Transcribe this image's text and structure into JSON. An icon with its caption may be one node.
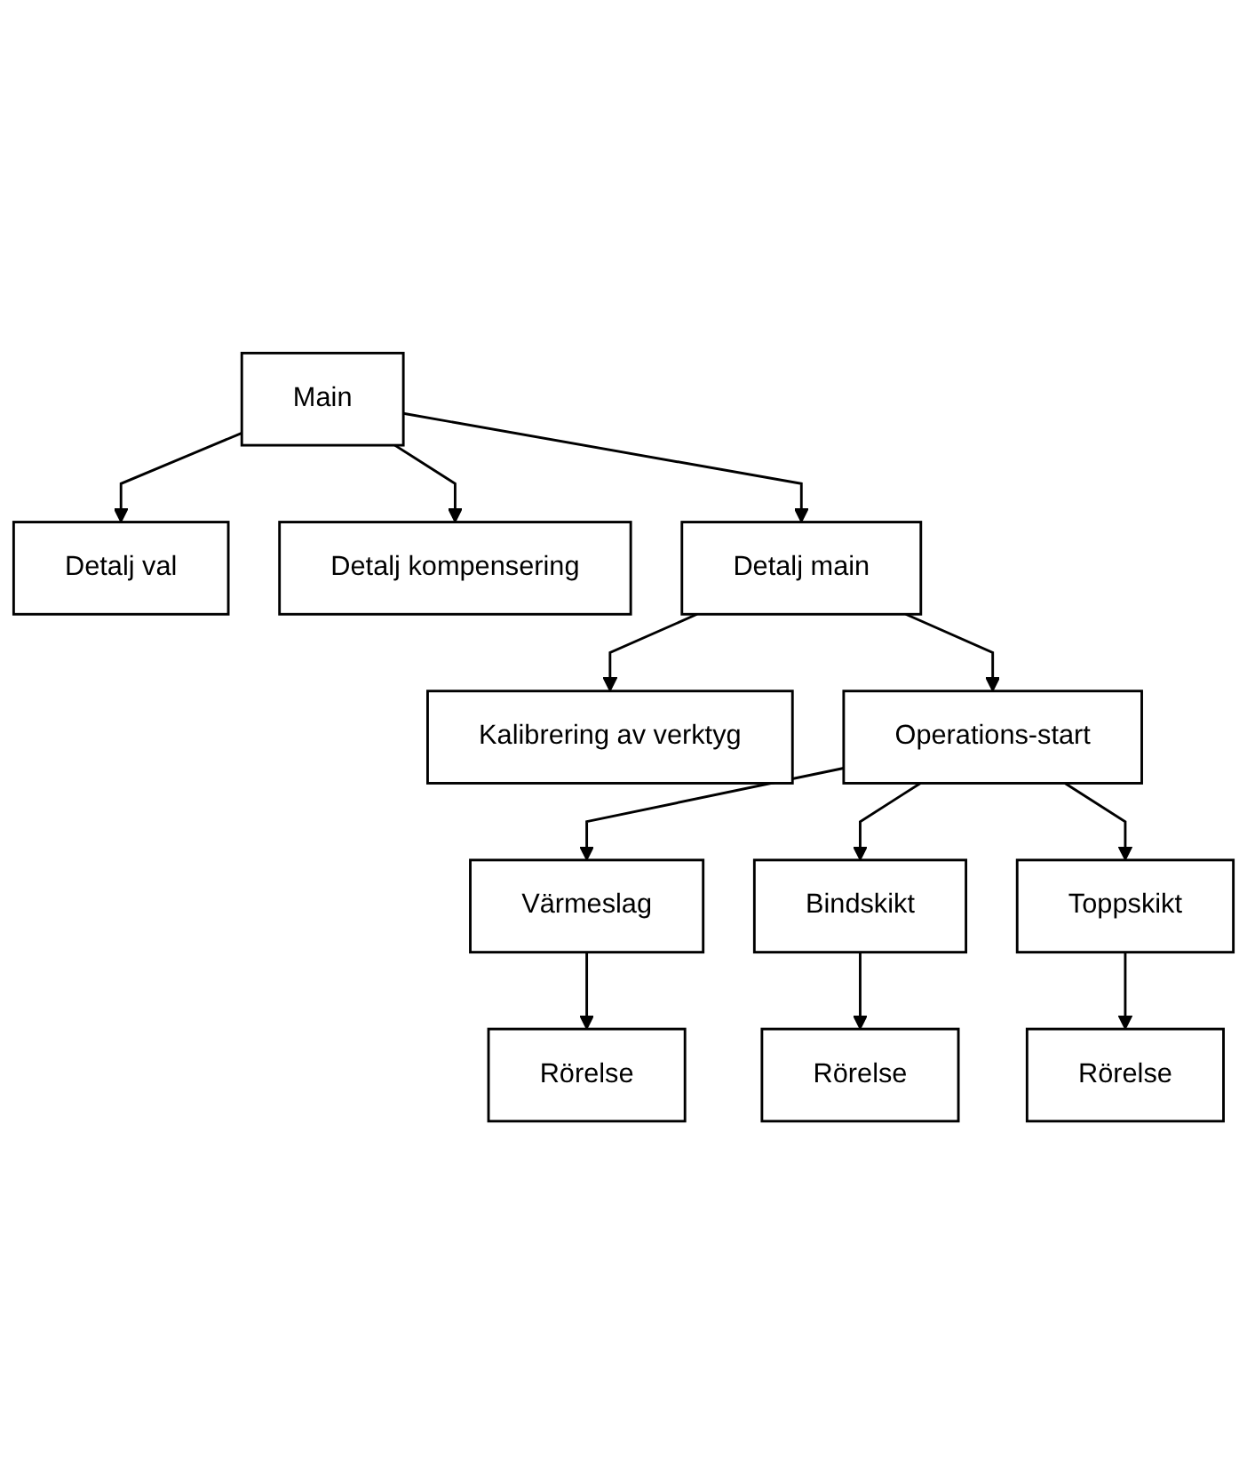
{
  "diagram": {
    "nodes": [
      {
        "text": [
          "Main"
        ]
      },
      {
        "text": [
          "Detalj val"
        ]
      },
      {
        "text": [
          "Detalj kompensering"
        ]
      },
      {
        "text": [
          "Detalj main"
        ]
      },
      {
        "text": [
          "Kalibrering av verktyg"
        ]
      },
      {
        "text": [
          "Operations-start"
        ]
      },
      {
        "text": [
          "Värmeslag"
        ]
      },
      {
        "text": [
          "Bindskikt"
        ]
      },
      {
        "text": [
          "Toppskikt"
        ]
      },
      {
        "text": [
          "Rörelse"
        ]
      },
      {
        "text": [
          "Rörelse"
        ]
      },
      {
        "text": [
          "Rörelse"
        ]
      }
    ],
    "edges": [
      {
        "from": 0,
        "to": 1,
        "arrow": "to"
      },
      {
        "from": 0,
        "to": 2,
        "arrow": "to"
      },
      {
        "from": 0,
        "to": 3,
        "arrow": "to"
      },
      {
        "from": 3,
        "to": 4,
        "arrow": "to"
      },
      {
        "from": 3,
        "to": 5,
        "arrow": "to"
      },
      {
        "from": 5,
        "to": 6,
        "arrow": "to"
      },
      {
        "from": 5,
        "to": 7,
        "arrow": "to"
      },
      {
        "from": 5,
        "to": 8,
        "arrow": "to"
      },
      {
        "from": 6,
        "to": 9,
        "arrow": "to"
      },
      {
        "from": 7,
        "to": 10,
        "arrow": "to"
      },
      {
        "from": 8,
        "to": 11,
        "arrow": "to"
      }
    ]
  }
}
